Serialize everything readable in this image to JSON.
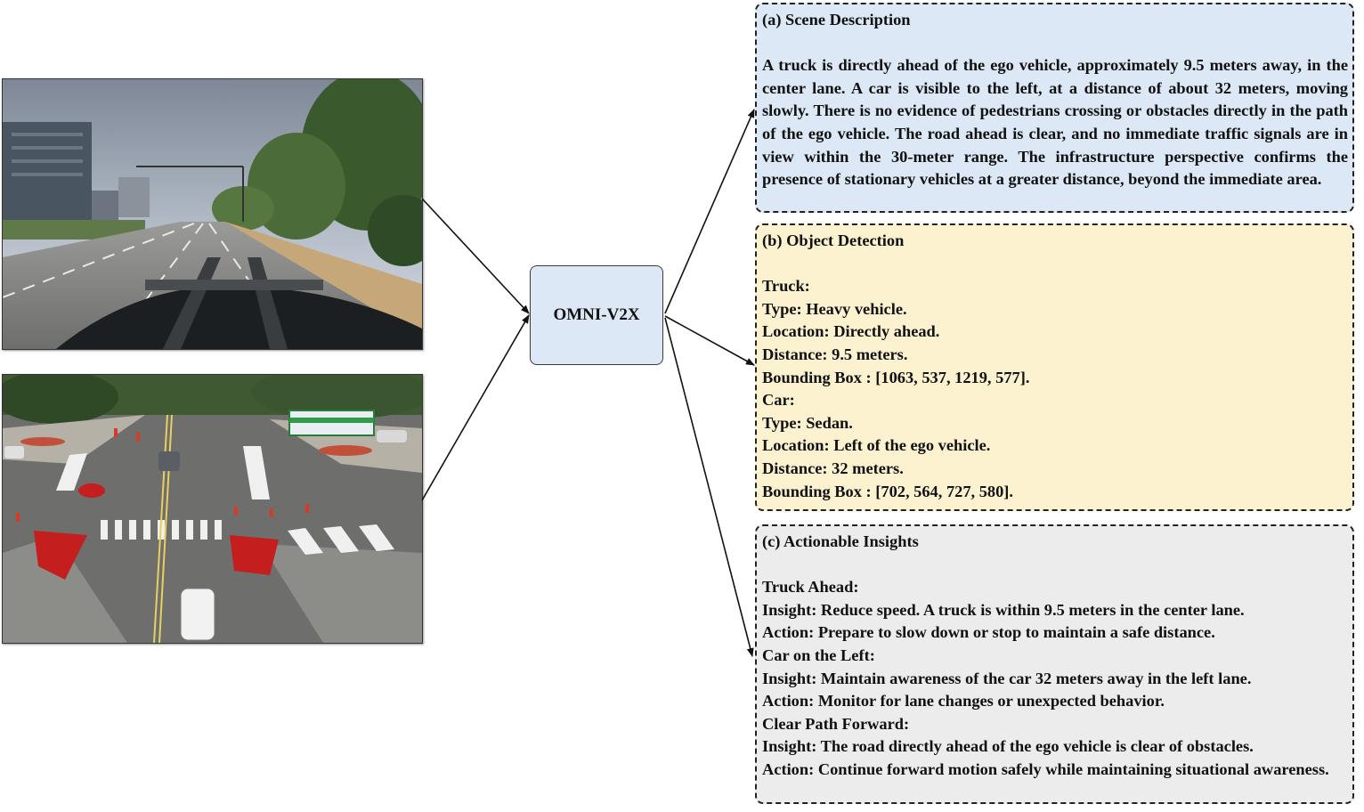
{
  "model": {
    "label": "OMNI-V2X"
  },
  "images": [
    {
      "icon": "ego-vehicle-camera-view"
    },
    {
      "icon": "infrastructure-intersection-view"
    }
  ],
  "panels": {
    "scene": {
      "title": "(a) Scene Description",
      "text": "A truck is directly ahead of the ego vehicle, approximately 9.5 meters away, in the center lane. A car is visible to the left, at a distance of about 32 meters, moving slowly. There is no evidence of pedestrians crossing or obstacles directly in the path of the ego vehicle. The road ahead is clear, and no immediate traffic signals are in view within the 30-meter range. The infrastructure perspective confirms the presence of stationary vehicles at a greater distance, beyond the immediate area."
    },
    "detection": {
      "title": "(b) Object Detection",
      "lines": [
        "Truck:",
        "Type: Heavy vehicle.",
        "Location: Directly ahead.",
        "Distance: 9.5 meters.",
        "Bounding Box : [1063, 537, 1219, 577].",
        "Car:",
        "Type: Sedan.",
        "Location: Left of the ego vehicle.",
        "Distance: 32 meters.",
        "Bounding Box : [702, 564, 727, 580]."
      ]
    },
    "insights": {
      "title": "(c) Actionable Insights",
      "lines": [
        "Truck Ahead:",
        "Insight: Reduce speed. A truck is within 9.5 meters in the center lane.",
        "Action: Prepare to slow down or stop to maintain a safe distance.",
        "Car on the Left:",
        "Insight: Maintain awareness of the car 32 meters away in the left lane.",
        "Action: Monitor for lane changes or unexpected behavior.",
        "Clear Path Forward:",
        "Insight: The road directly ahead of the ego vehicle is clear of obstacles.",
        "Action: Continue forward motion safely while maintaining situational awareness."
      ]
    }
  }
}
